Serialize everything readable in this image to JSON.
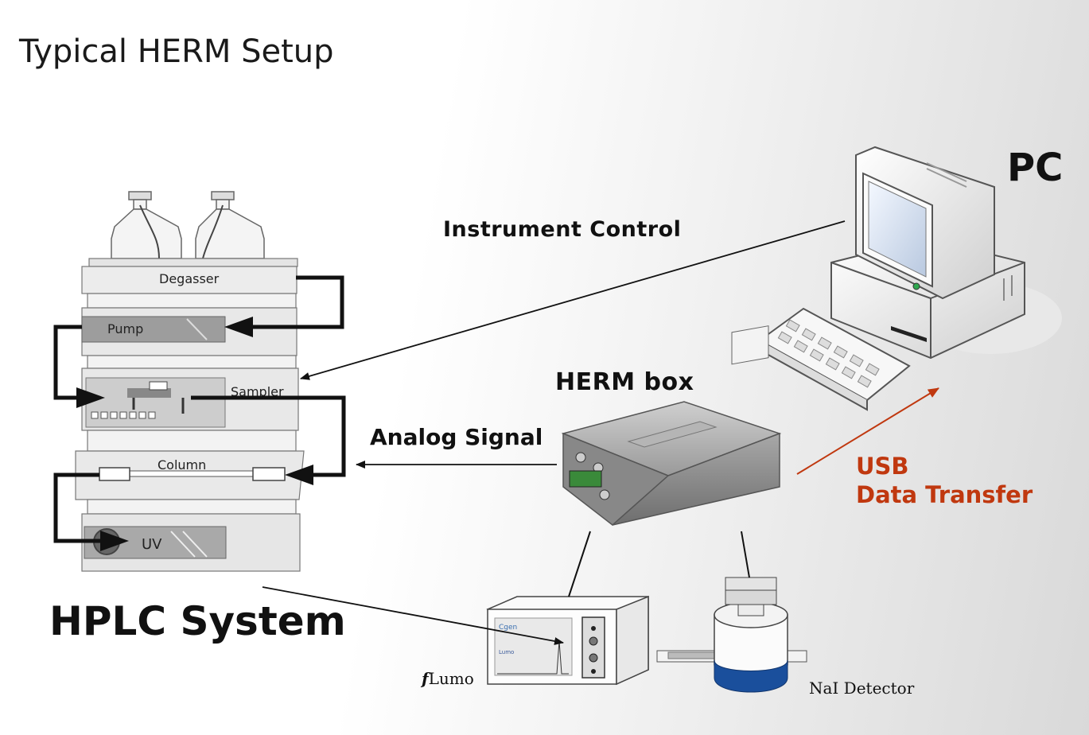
{
  "title": "Typical HERM Setup",
  "labels": {
    "instrument_control": "Instrument Control",
    "analog_signal": "Analog Signal",
    "herm_box": "HERM box",
    "pc": "PC",
    "hplc_system": "HPLC System",
    "usb_line1": "USB",
    "usb_line2": "Data Transfer",
    "flumo_prefix": "f",
    "flumo_suffix": "Lumo",
    "nai_detector": "NaI Detector"
  },
  "hplc_modules": {
    "degasser": "Degasser",
    "pump": "Pump",
    "sampler": "Sampler",
    "column": "Column",
    "uv": "UV"
  },
  "colors": {
    "usb_accent": "#c0380f",
    "nai_blue": "#1a4f9c"
  }
}
